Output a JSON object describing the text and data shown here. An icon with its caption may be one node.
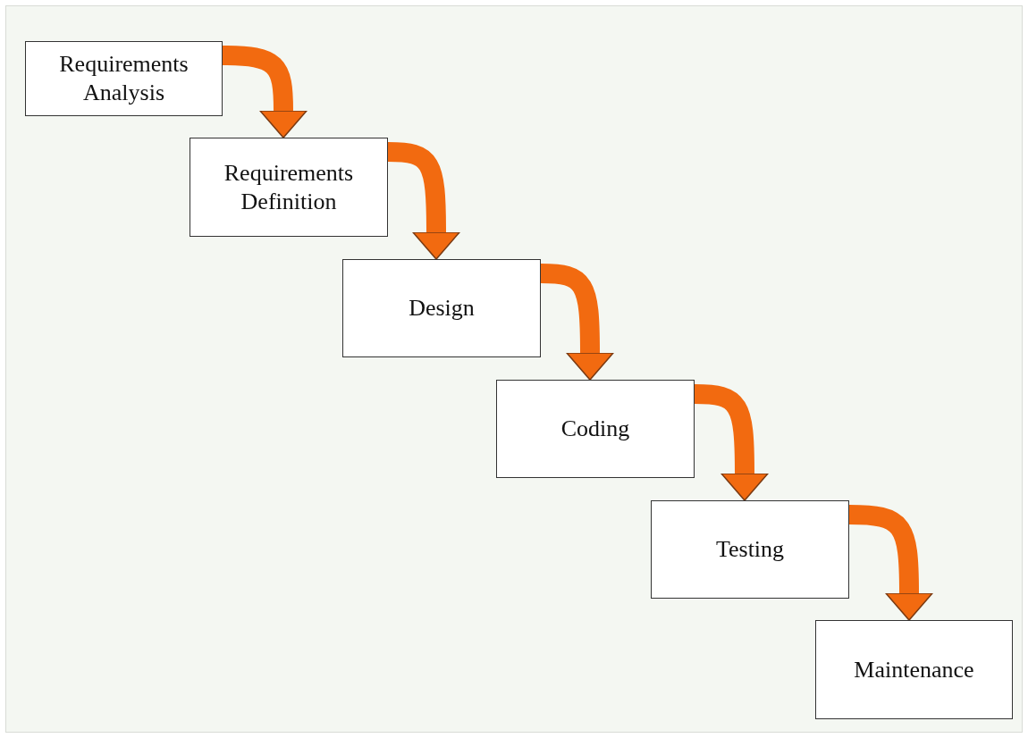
{
  "diagram": {
    "nodes": [
      {
        "text": [
          "Requirements Analysis"
        ]
      },
      {
        "text": [
          "Requirements Definition"
        ]
      },
      {
        "text": [
          "Design"
        ]
      },
      {
        "text": [
          "Coding"
        ]
      },
      {
        "text": [
          "Testing"
        ]
      },
      {
        "text": [
          "Maintenance"
        ]
      }
    ],
    "edges": [
      {
        "from": 0,
        "to": 1,
        "arrow": "to"
      },
      {
        "from": 1,
        "to": 2,
        "arrow": "to"
      },
      {
        "from": 2,
        "to": 3,
        "arrow": "to"
      },
      {
        "from": 3,
        "to": 4,
        "arrow": "to"
      },
      {
        "from": 4,
        "to": 5,
        "arrow": "to"
      }
    ]
  }
}
